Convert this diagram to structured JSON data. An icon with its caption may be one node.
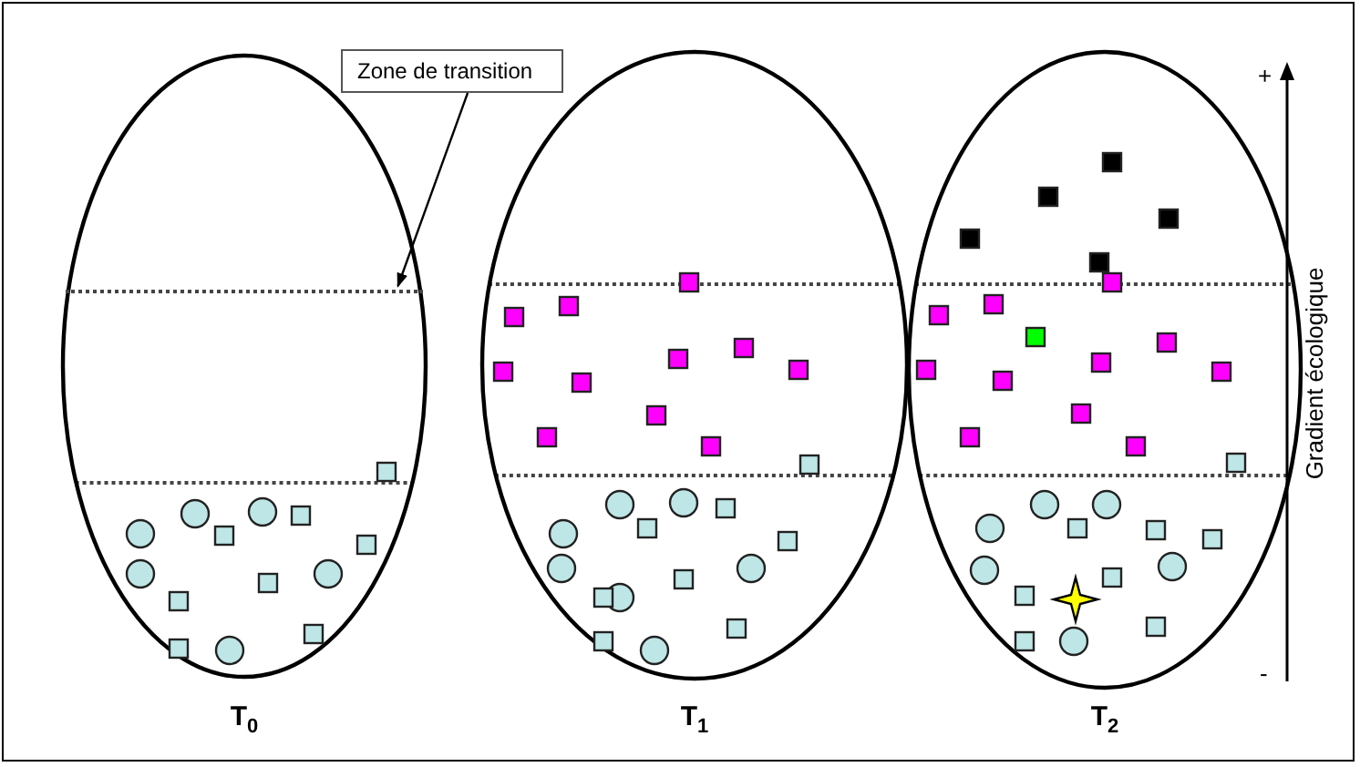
{
  "diagram": {
    "nodes": [
      {
        "text": [
          "Zone de transition"
        ]
      },
      {
        "text": [
          "T$_{0}$"
        ]
      },
      {
        "text": [],
        "shape": "bar",
        "in": 1
      },
      {
        "text": [
          "T$_{1}$"
        ]
      },
      {
        "text": [
          "T$_{2}$"
        ]
      }
    ],
    "edges": [
      {
        "from": 0,
        "to": 2,
        "arrow": "to"
      }
    ],
    "labels": [
      "+",
      "Gradient écologique",
      "-"
    ]
  }
}
